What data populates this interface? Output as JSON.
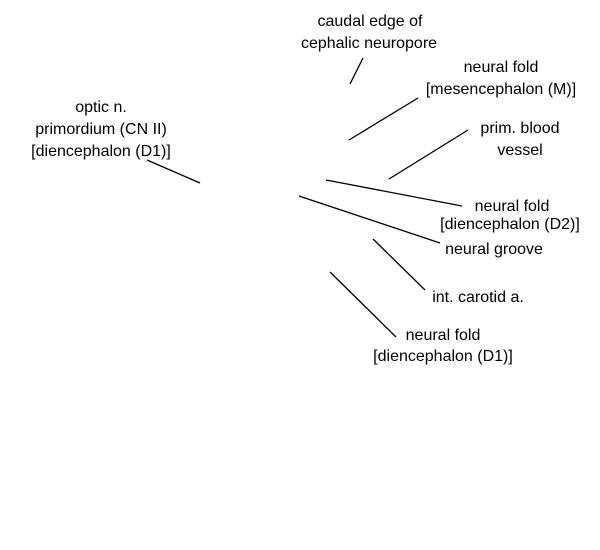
{
  "labels": {
    "caudal_edge": [
      "caudal edge of",
      "cephalic neuropore"
    ],
    "neural_fold_m": [
      "neural fold",
      "[mesencephalon (M)]"
    ],
    "prim_blood_vessel": [
      "prim. blood",
      "vessel"
    ],
    "optic_n": [
      "optic n.",
      "primordium (CN II)",
      "[diencephalon (D1)]"
    ],
    "neural_fold_d2": [
      "neural fold",
      "[diencephalon (D2)]"
    ],
    "neural_groove": [
      "neural groove"
    ],
    "int_carotid": [
      "int. carotid a."
    ],
    "neural_fold_d1": [
      "neural fold",
      "[diencephalon (D1)]"
    ]
  }
}
